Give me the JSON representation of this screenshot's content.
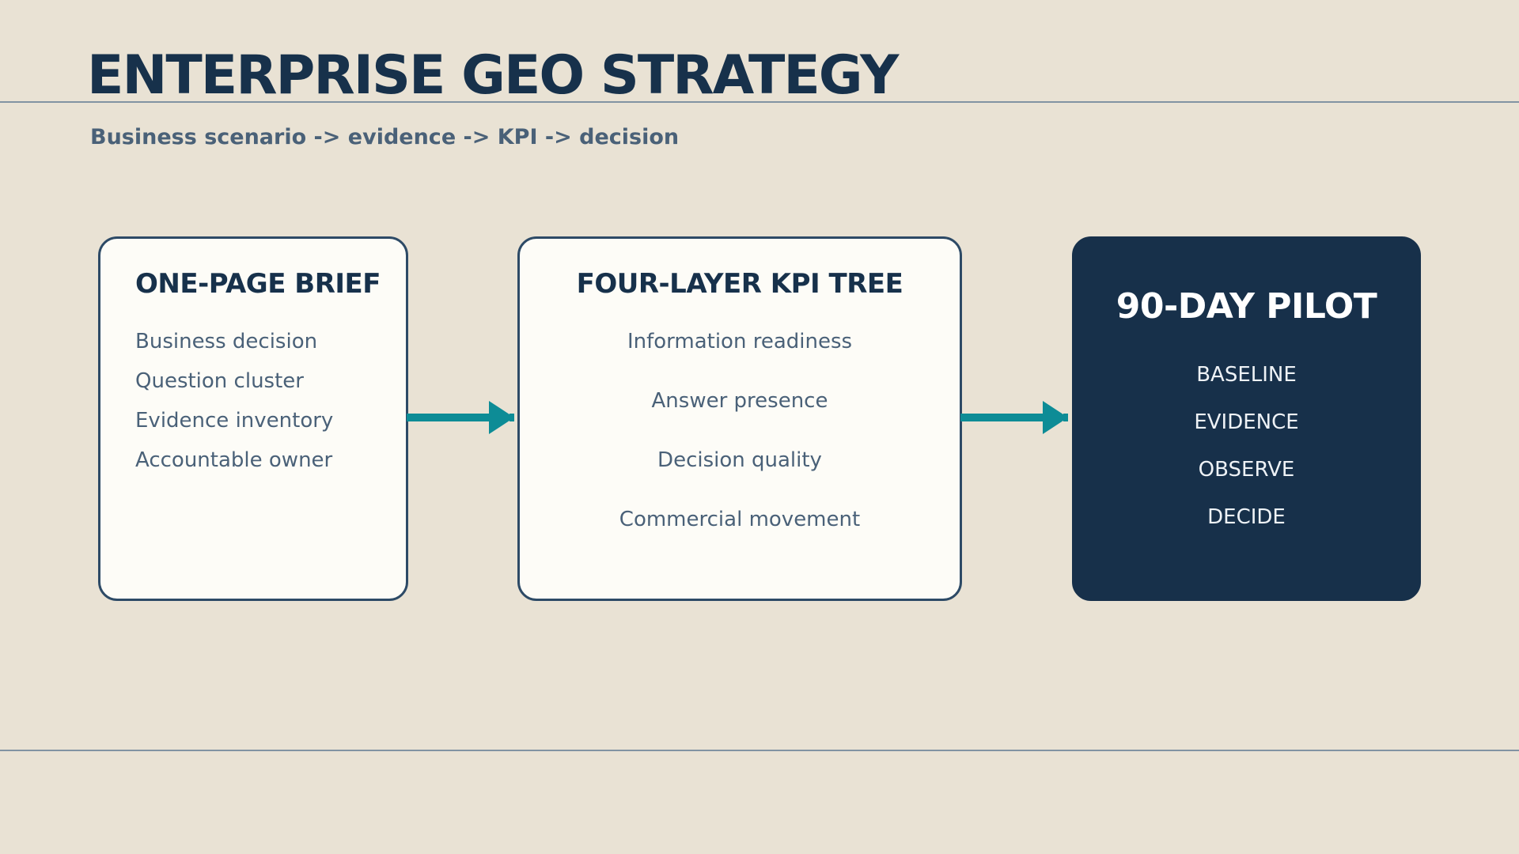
{
  "slide": {
    "title": "ENTERPRISE GEO STRATEGY",
    "subtitle": "Business scenario -> evidence -> KPI -> decision"
  },
  "colors": {
    "background": "#e9e2d4",
    "navy": "#17304a",
    "text_slate": "#4a6178",
    "card_fill": "#fdfcf7",
    "arrow_teal": "#0d8c96",
    "rule": "#8293a3"
  },
  "flow": {
    "connector_icon": "arrow-right-icon",
    "steps": [
      {
        "title": "ONE-PAGE BRIEF",
        "items": [
          "Business decision",
          "Question cluster",
          "Evidence inventory",
          "Accountable owner"
        ]
      },
      {
        "title": "FOUR-LAYER KPI TREE",
        "items": [
          "Information readiness",
          "Answer presence",
          "Decision quality",
          "Commercial movement"
        ]
      },
      {
        "title": "90-DAY PILOT",
        "items": [
          "BASELINE",
          "EVIDENCE",
          "OBSERVE",
          "DECIDE"
        ]
      }
    ]
  }
}
